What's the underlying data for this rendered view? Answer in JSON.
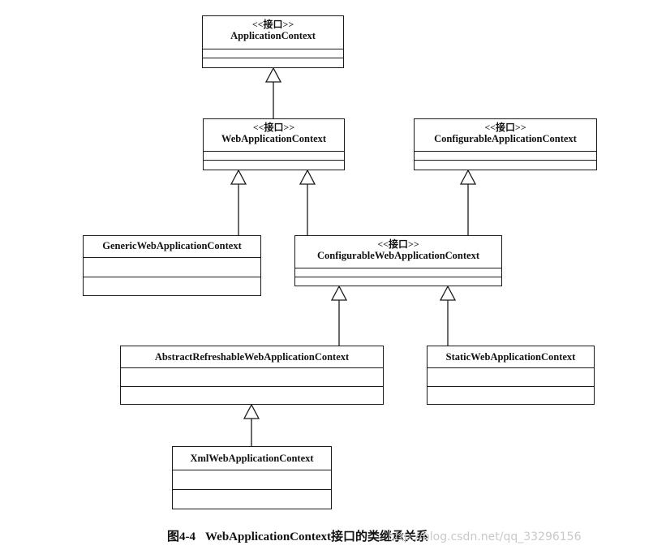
{
  "classes": {
    "application_context": {
      "stereotype": "<<接口>>",
      "name": "ApplicationContext"
    },
    "web_application_context": {
      "stereotype": "<<接口>>",
      "name": "WebApplicationContext"
    },
    "configurable_application_context": {
      "stereotype": "<<接口>>",
      "name": "ConfigurableApplicationContext"
    },
    "generic_web_application_context": {
      "name": "GenericWebApplicationContext"
    },
    "configurable_web_application_context": {
      "stereotype": "<<接口>>",
      "name": "ConfigurableWebApplicationContext"
    },
    "abstract_refreshable_web_application_context": {
      "name": "AbstractRefreshableWebApplicationContext"
    },
    "static_web_application_context": {
      "name": "StaticWebApplicationContext"
    },
    "xml_web_application_context": {
      "name": "XmlWebApplicationContext"
    }
  },
  "caption": {
    "figure_number": "图4-4",
    "text": "WebApplicationContext接口的类继承关系"
  },
  "watermark": "http://blog.csdn.net/qq_33296156",
  "colors": {
    "line": "#1a1a1a",
    "background": "#ffffff",
    "watermark": "#c9c9c9"
  }
}
